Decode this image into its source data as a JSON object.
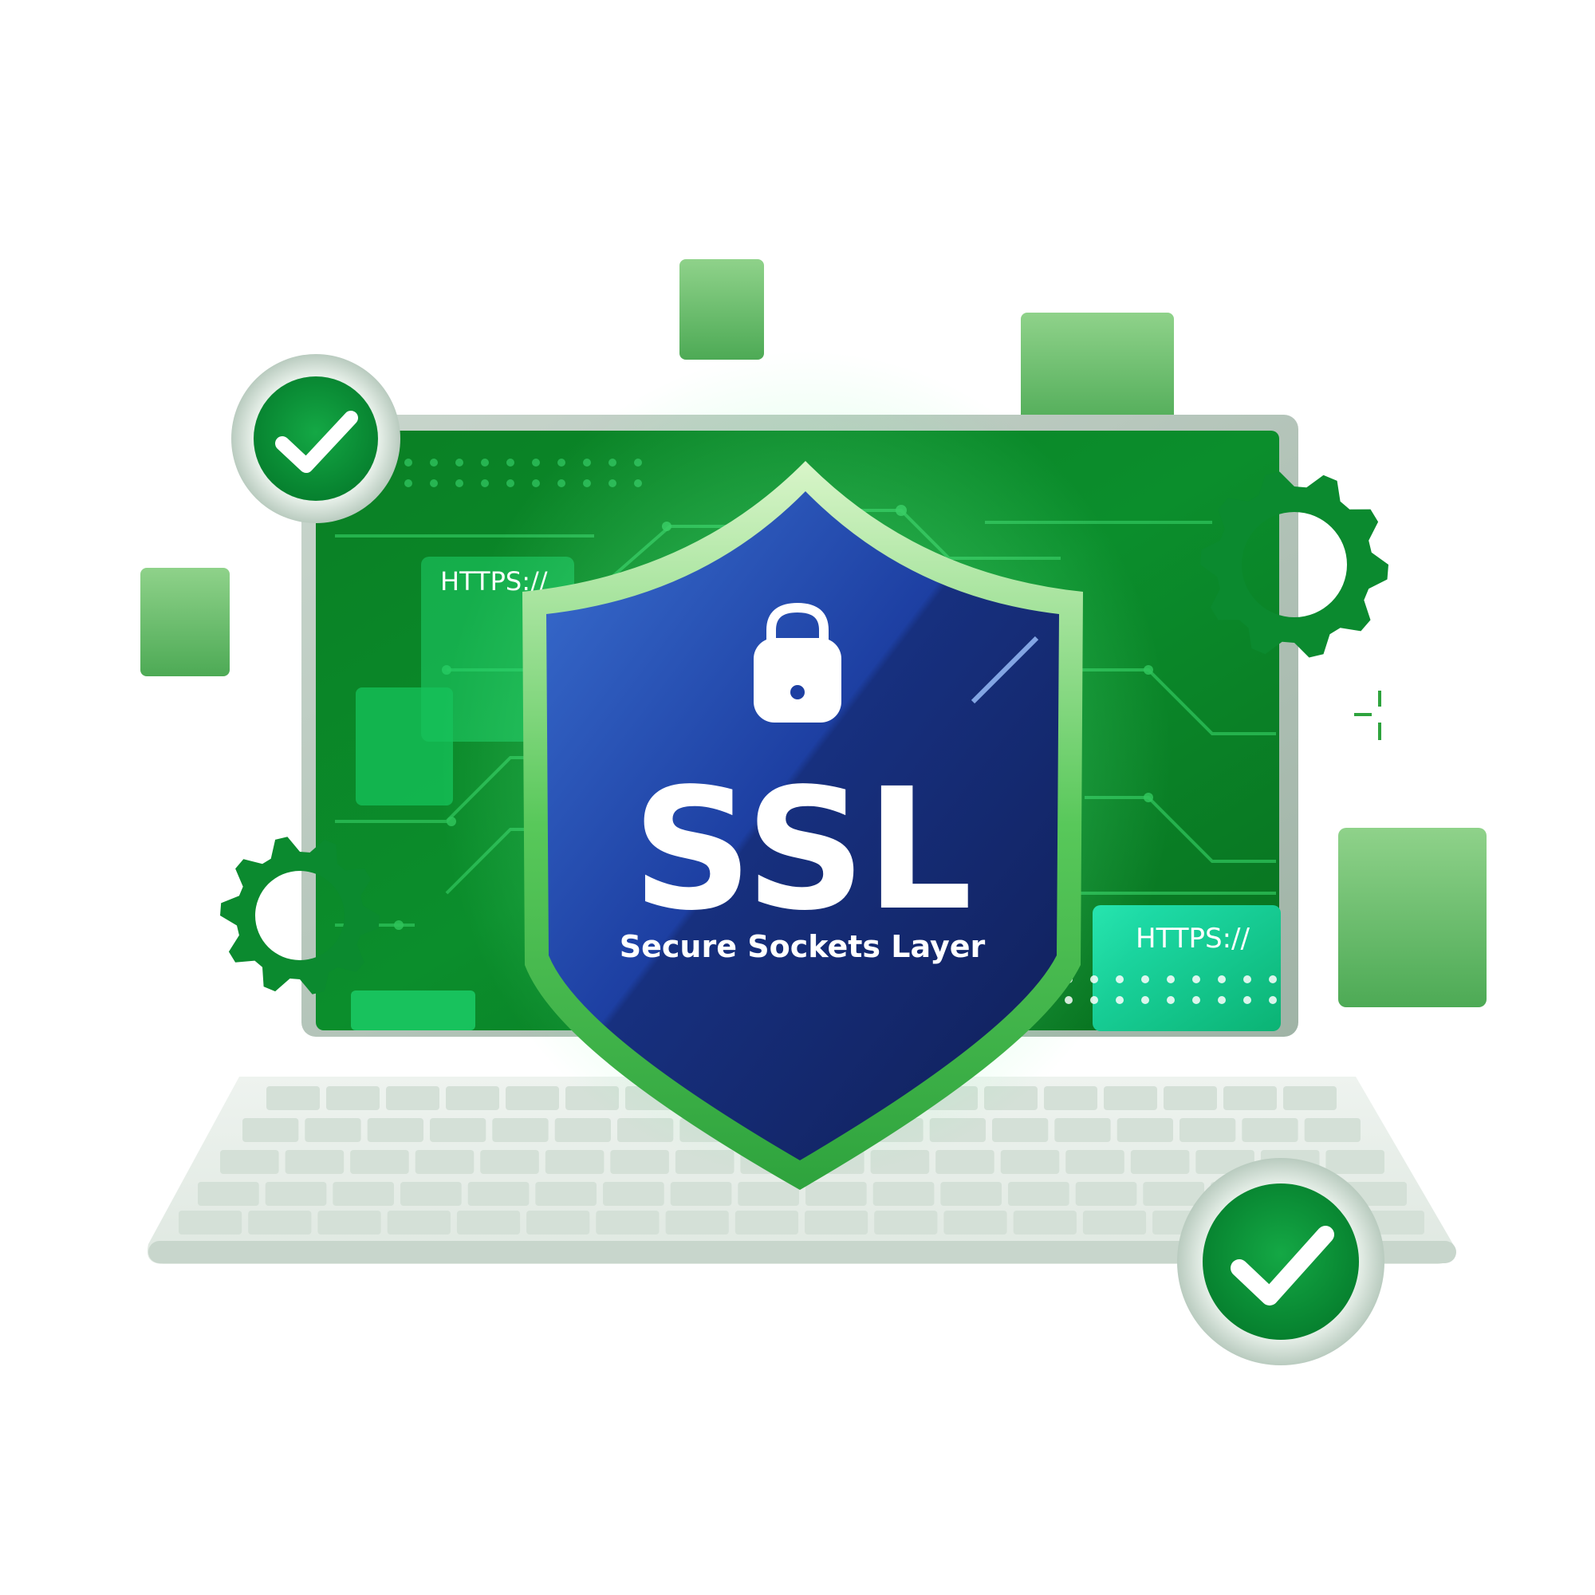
{
  "illustration": {
    "screen_https_left": "HTTPS://",
    "screen_https_right": "HTTPS://",
    "shield": {
      "acronym": "SSL",
      "full_name": "Secure Sockets Layer",
      "icon": "padlock-icon"
    },
    "badges": [
      "checkmark-icon",
      "checkmark-icon"
    ],
    "decorations": [
      "gear-icon",
      "gear-icon",
      "crosshair-icon"
    ]
  },
  "colors": {
    "primary_green": "#0a8a2e",
    "dark_green": "#04561a",
    "light_green": "#7cc878",
    "shield_blue": "#1e3f9e",
    "shield_dark": "#0f1f5c",
    "teal_accent": "#18d49a",
    "white": "#ffffff"
  }
}
